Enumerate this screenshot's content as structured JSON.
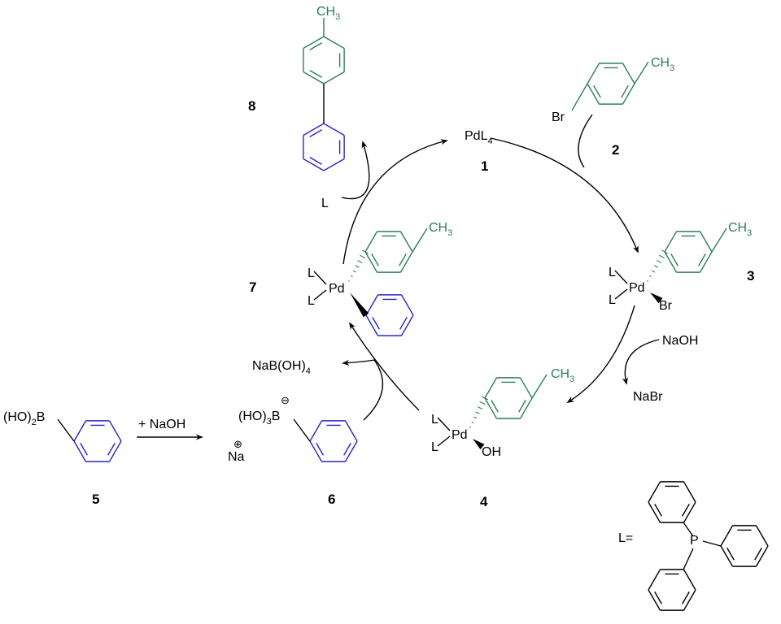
{
  "colors": {
    "ink": "#000000",
    "blue": "#2a24c8",
    "green": "#2f7f55"
  },
  "ligand_label": "L",
  "catalyst": {
    "main": "PdL",
    "sub": "4",
    "number": "1"
  },
  "aryl_bromide": {
    "br": "Br",
    "ch3_main": "CH",
    "ch3_sub": "3",
    "number": "2"
  },
  "oxidative_adduct": {
    "pd": "Pd",
    "br": "Br",
    "ch3_main": "CH",
    "ch3_sub": "3",
    "number": "3"
  },
  "hydroxo_complex": {
    "pd": "Pd",
    "oh": "OH",
    "ch3_main": "CH",
    "ch3_sub": "3",
    "number": "4"
  },
  "boronic_acid": {
    "prefix": "(HO)",
    "sub": "2",
    "b": "B",
    "number": "5"
  },
  "base_reagent": "+ NaOH",
  "boronate": {
    "prefix": "(HO)",
    "sub": "3",
    "b": "B",
    "charge": "⊖",
    "counterion": "Na",
    "counter_charge": "⊕",
    "number": "6"
  },
  "byproduct_borate": {
    "main": "NaB(OH)",
    "sub": "4"
  },
  "transmetal_complex": {
    "pd": "Pd",
    "ch3_main": "CH",
    "ch3_sub": "3",
    "number": "7"
  },
  "product": {
    "ch3_main": "CH",
    "ch3_sub": "3",
    "number": "8"
  },
  "reagent_naoh": "NaOH",
  "byproduct_nabr": "NaBr",
  "legend": {
    "label": "L=",
    "p": "P"
  },
  "icons": [
    "arrow-head-icon",
    "benzene-ring-icon"
  ]
}
